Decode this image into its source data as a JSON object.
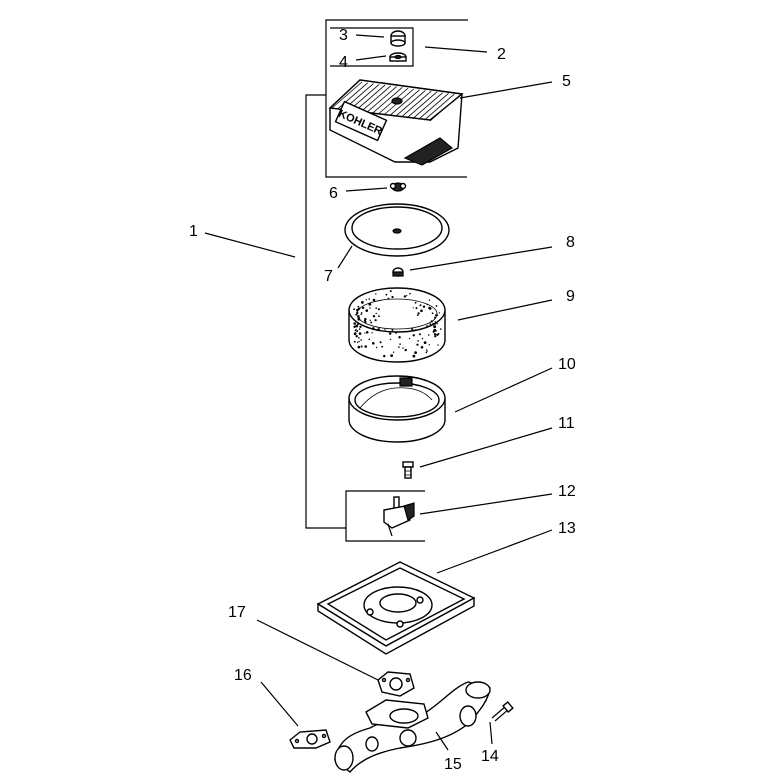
{
  "callouts": {
    "c1": "1",
    "c2": "2",
    "c3": "3",
    "c4": "4",
    "c5": "5",
    "c6": "6",
    "c7": "7",
    "c8": "8",
    "c9": "9",
    "c10": "10",
    "c11": "11",
    "c12": "12",
    "c13": "13",
    "c14": "14",
    "c15": "15",
    "c16": "16",
    "c17": "17"
  },
  "brand_logo_text": "KOHLER"
}
